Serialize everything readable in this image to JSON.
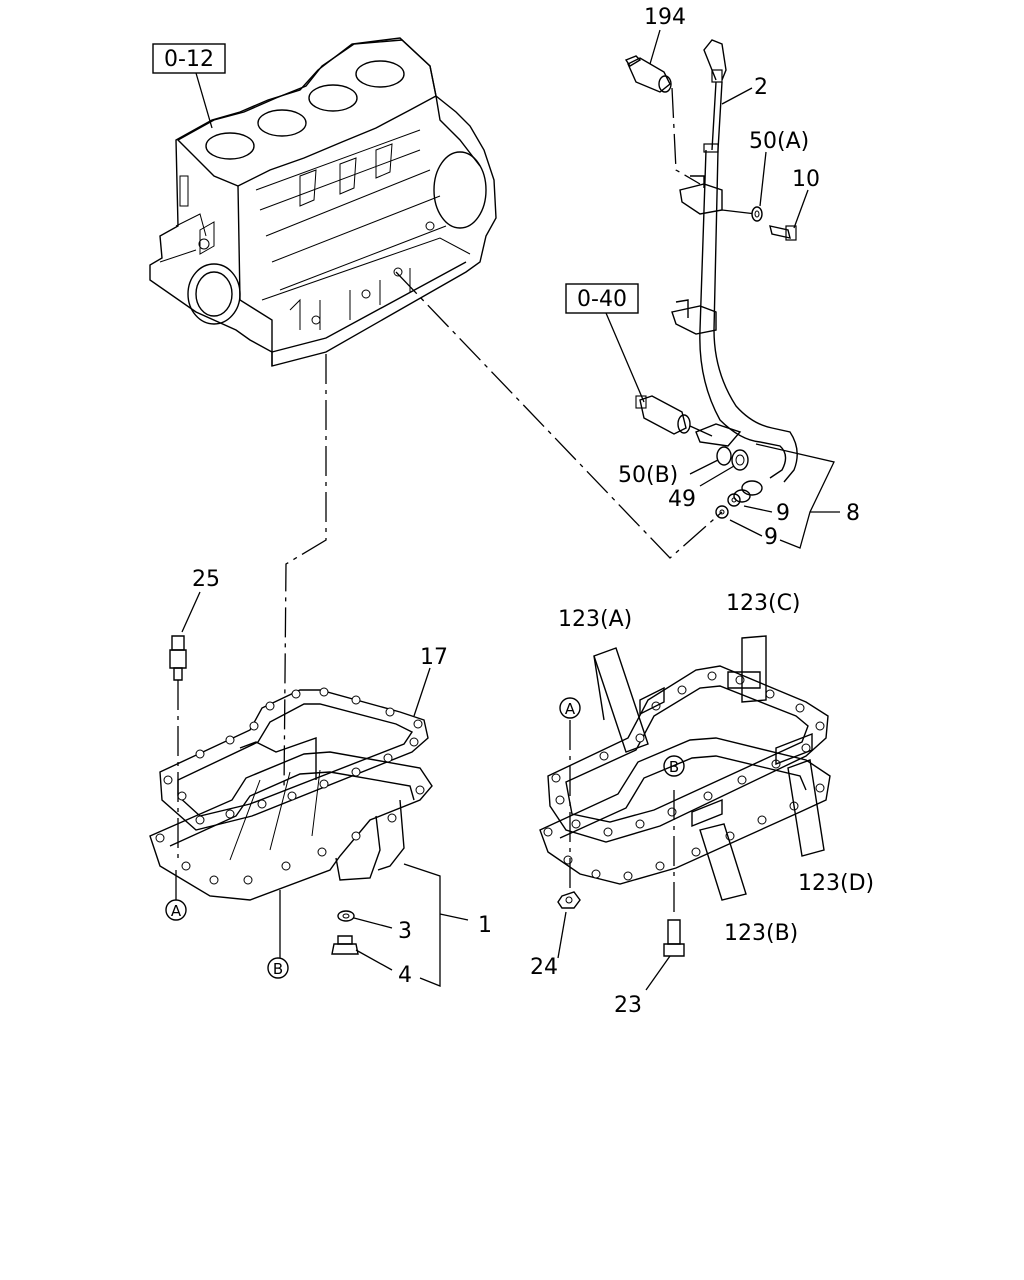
{
  "references": {
    "block": "0-12",
    "pipe": "0-40"
  },
  "labels": {
    "p194": "194",
    "p2": "2",
    "p50a": "50(A)",
    "p10": "10",
    "p50b": "50(B)",
    "p49": "49",
    "p9a": "9",
    "p9b": "9",
    "p8": "8",
    "p25": "25",
    "p17": "17",
    "p1": "1",
    "p3": "3",
    "p4": "4",
    "p123a": "123(A)",
    "p123b": "123(B)",
    "p123c": "123(C)",
    "p123d": "123(D)",
    "p24": "24",
    "p23": "23"
  },
  "markers": {
    "a_left": "A",
    "b_left": "B",
    "a_right": "A",
    "b_right": "B"
  }
}
